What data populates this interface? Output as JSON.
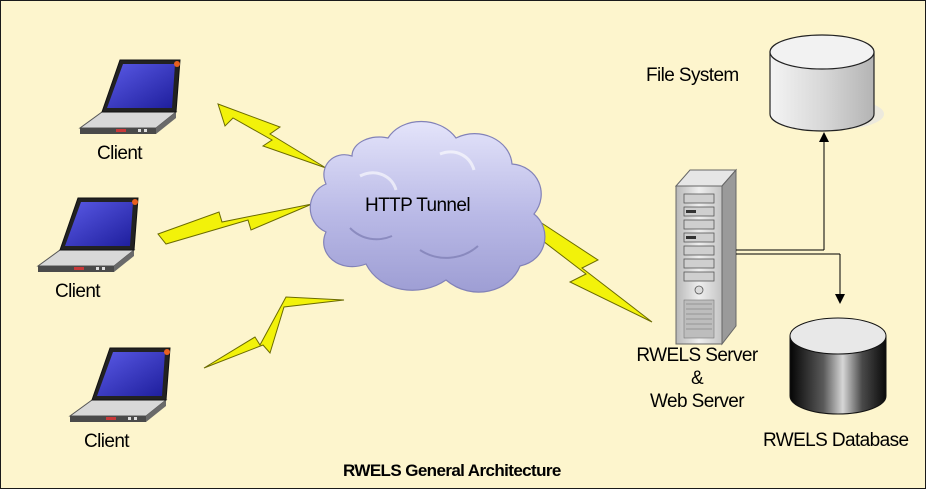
{
  "diagram": {
    "title": "RWELS General Architecture",
    "nodes": {
      "clients": [
        {
          "label": "Client"
        },
        {
          "label": "Client"
        },
        {
          "label": "Client"
        }
      ],
      "tunnel": {
        "label": "HTTP Tunnel"
      },
      "server": {
        "line1": "RWELS Server",
        "line2": "&",
        "line3": "Web Server"
      },
      "file_system": {
        "label": "File System"
      },
      "database": {
        "label": "RWELS Database"
      }
    },
    "links": [
      {
        "from": "Client",
        "to": "HTTP Tunnel",
        "style": "lightning"
      },
      {
        "from": "Client",
        "to": "HTTP Tunnel",
        "style": "lightning"
      },
      {
        "from": "Client",
        "to": "HTTP Tunnel",
        "style": "lightning"
      },
      {
        "from": "HTTP Tunnel",
        "to": "RWELS Server & Web Server",
        "style": "lightning"
      },
      {
        "from": "RWELS Server & Web Server",
        "to": "File System",
        "style": "arrow"
      },
      {
        "from": "RWELS Server & Web Server",
        "to": "RWELS Database",
        "style": "arrow"
      }
    ],
    "colors": {
      "background": "#fdf5cd",
      "lightning": "#f2f20a",
      "cloud": "#c3c3ea",
      "laptop_screen": "#3a3ac8"
    }
  }
}
